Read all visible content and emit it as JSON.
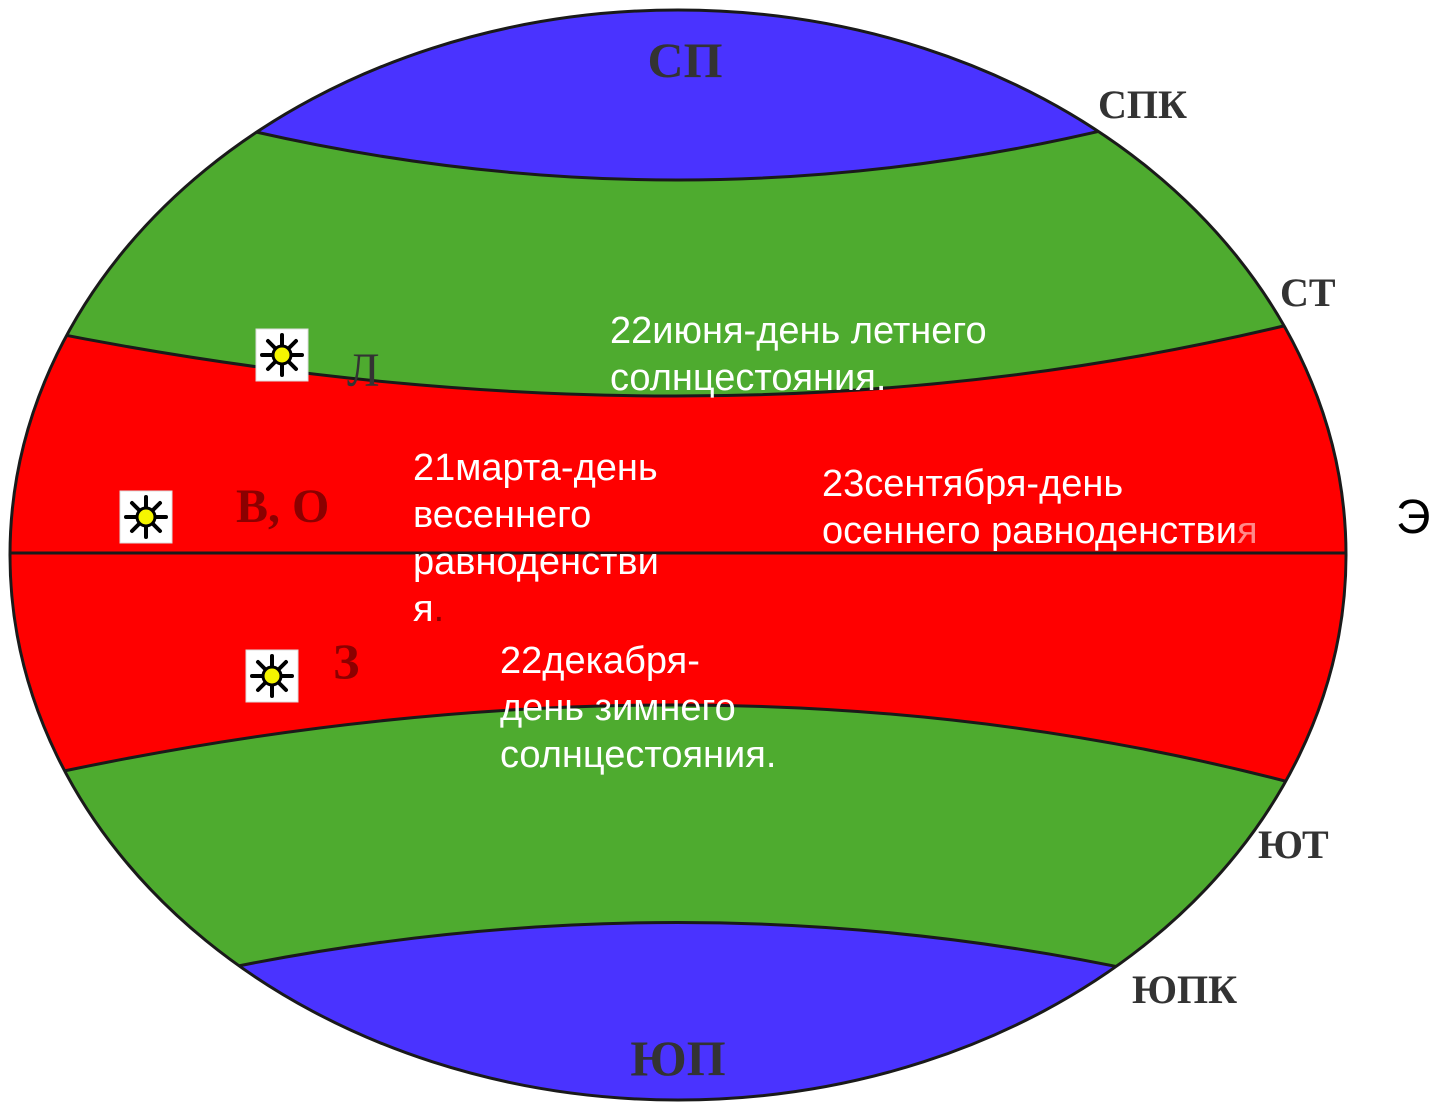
{
  "zones": {
    "north_pole": "СП",
    "arctic_circle": "СПК",
    "tropic_cancer": "СТ",
    "tropic_capricorn": "ЮТ",
    "antarctic_circle": "ЮПК",
    "south_pole": "ЮП"
  },
  "sun_positions": {
    "summer": "Л",
    "equinox": "В, О",
    "winter": "З"
  },
  "equator_letter": "Э",
  "captions": {
    "summer": [
      "22июня-день летнего",
      "солнцестояния."
    ],
    "spring": [
      "21марта-день",
      "весеннего",
      "равноденстви",
      "я",
      "."
    ],
    "autumn": [
      "23сентября-день",
      "осеннего равноденстви",
      "я"
    ],
    "winter": [
      "22декабря-",
      "день зимнего",
      "солнцестояния."
    ]
  },
  "colors": {
    "polar": "#4a33ff",
    "temperate": "#4eab2f",
    "tropical": "#ff0000",
    "outline": "#1a1a1a"
  },
  "icons": {
    "sun": "sun-icon"
  }
}
